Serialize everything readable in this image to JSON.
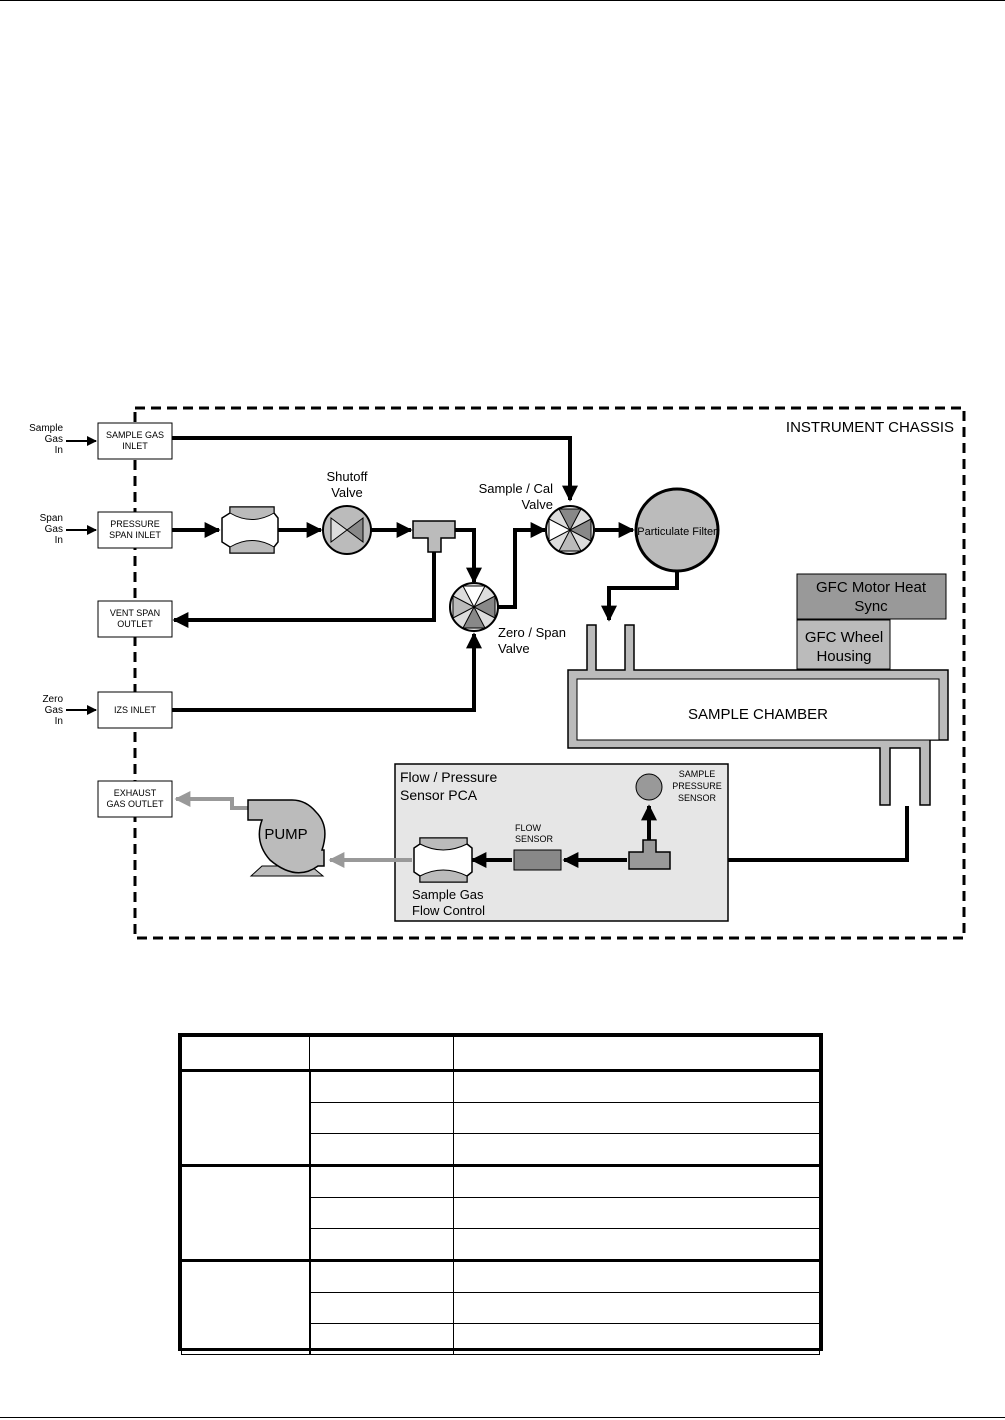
{
  "diagram": {
    "chassis_label": "INSTRUMENT CHASSIS",
    "ports": {
      "sample_gas_in": [
        "Sample",
        "Gas",
        "In"
      ],
      "span_gas_in": [
        "Span",
        "Gas",
        "In"
      ],
      "zero_gas_in": [
        "Zero",
        "Gas",
        "In"
      ],
      "sample_gas_inlet": [
        "SAMPLE GAS",
        "INLET"
      ],
      "pressure_span_inlet": [
        "PRESSURE",
        "SPAN INLET"
      ],
      "vent_span_outlet": [
        "VENT SPAN",
        "OUTLET"
      ],
      "izs_inlet": [
        "IZS INLET"
      ],
      "exhaust_gas_outlet": [
        "EXHAUST",
        "GAS OUTLET"
      ]
    },
    "components": {
      "shutoff_valve": [
        "Shutoff",
        "Valve"
      ],
      "sample_cal_valve": [
        "Sample / Cal",
        "Valve"
      ],
      "zero_span_valve": [
        "Zero / Span",
        "Valve"
      ],
      "particulate_filter": "Particulate Filter",
      "gfc_motor": [
        "GFC Motor Heat",
        "Sync"
      ],
      "gfc_wheel": [
        "GFC Wheel",
        "Housing"
      ],
      "sample_chamber": "SAMPLE CHAMBER",
      "pca": [
        "Flow / Pressure",
        "Sensor PCA"
      ],
      "sample_pressure_sensor": [
        "SAMPLE",
        "PRESSURE",
        "SENSOR"
      ],
      "flow_sensor": [
        "FLOW",
        "SENSOR"
      ],
      "flow_control": [
        "Sample Gas",
        "Flow Control"
      ],
      "pump": "PUMP"
    },
    "colors": {
      "line": "#000000",
      "exhaust_line": "#999999",
      "component_fill": "#bbbbbb",
      "gfc_motor_fill": "#999999",
      "pca_fill": "#e6e6e6"
    }
  },
  "table": {
    "rows": [
      [
        "",
        "",
        ""
      ],
      [
        "",
        "",
        ""
      ],
      [
        "",
        "",
        ""
      ],
      [
        "",
        "",
        ""
      ],
      [
        "",
        "",
        ""
      ],
      [
        "",
        "",
        ""
      ],
      [
        "",
        "",
        ""
      ],
      [
        "",
        "",
        ""
      ],
      [
        "",
        "",
        ""
      ],
      [
        "",
        "",
        ""
      ]
    ]
  }
}
